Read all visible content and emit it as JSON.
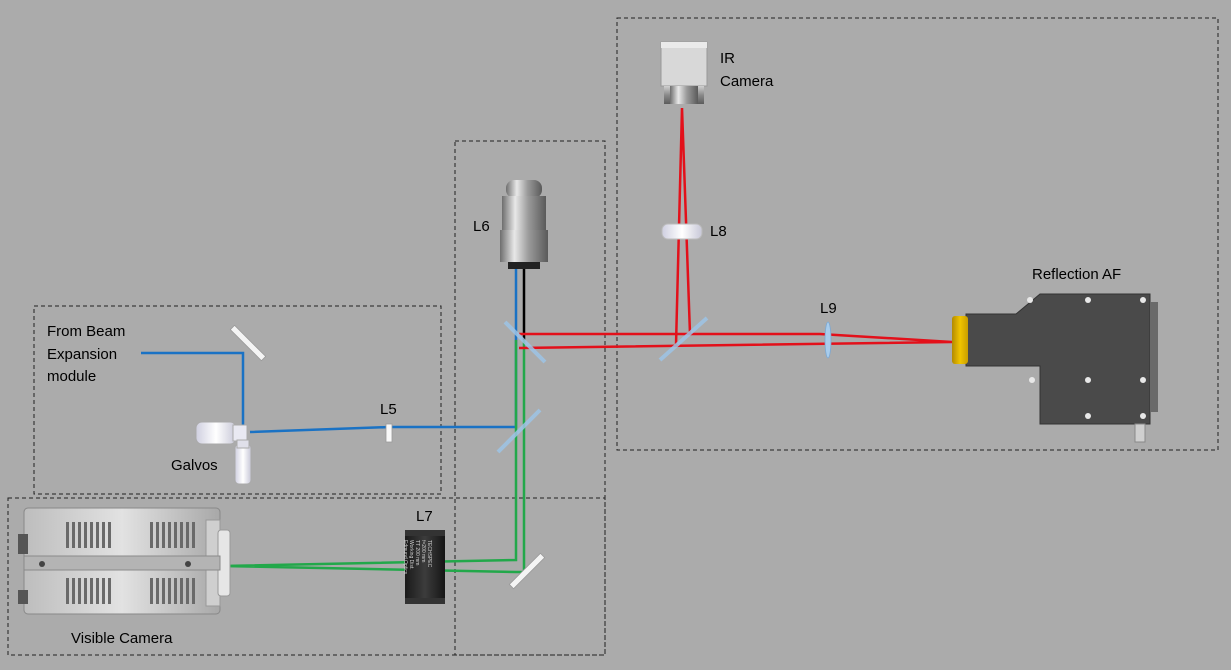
{
  "labels": {
    "from_beam": [
      "From Beam",
      "Expansion",
      "module"
    ],
    "galvos": "Galvos",
    "l5": "L5",
    "l6": "L6",
    "l7": "L7",
    "l8": "L8",
    "l9": "L9",
    "ir_camera": [
      "IR",
      "Camera"
    ],
    "reflection_af": "Reflection AF",
    "visible_camera": "Visible Camera"
  },
  "lens_print": [
    "TECHSPEC",
    "f=200 mm",
    "TT 200 mm",
    "Working Dist.",
    "Edmund Optics"
  ],
  "colors": {
    "background": "#ababab",
    "blue_beam": "#1a72c4",
    "green_beam": "#22a84a",
    "red_beam": "#e3101a",
    "black_beam": "#000000",
    "af_yellow": "#e6b800"
  }
}
